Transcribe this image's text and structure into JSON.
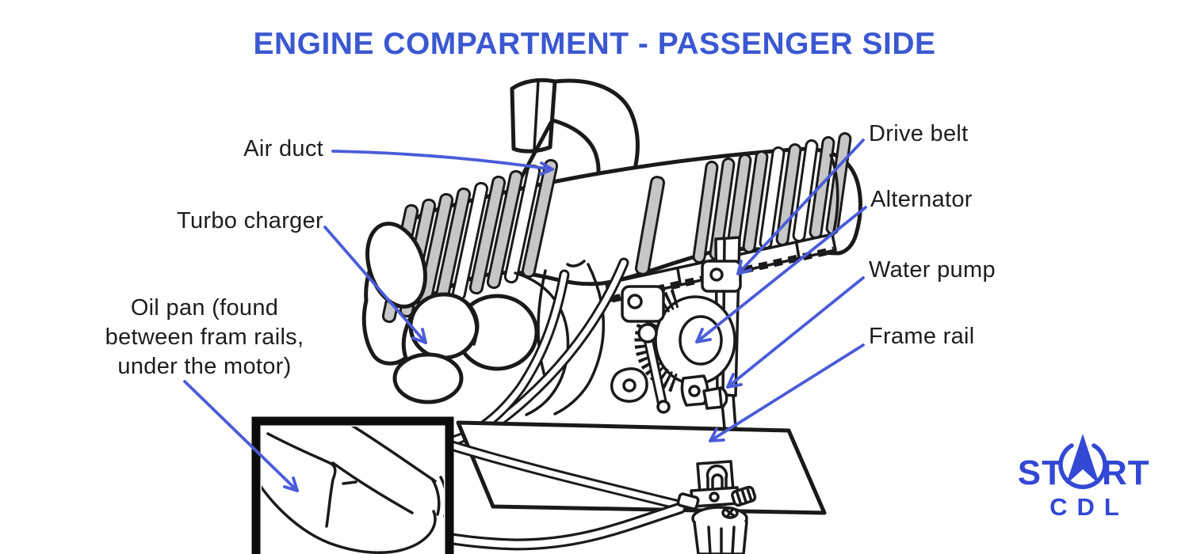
{
  "title": "ENGINE COMPARTMENT - PASSENGER SIDE",
  "callouts": {
    "air_duct": "Air duct",
    "turbo_charger": "Turbo charger",
    "oil_pan": {
      "line1": "Oil pan (found",
      "line2": "between fram rails,",
      "line3": "under the motor)"
    },
    "drive_belt": "Drive belt",
    "alternator": "Alternator",
    "water_pump": "Water pump",
    "frame_rail": "Frame rail"
  },
  "logo": {
    "word_start_left": "ST",
    "word_start_right": "RT",
    "word_bottom": "CDL"
  },
  "colors": {
    "title_blue": "#3b58d1",
    "arrow_blue": "#4a5cd8",
    "logo_blue": "#3348d4",
    "ink": "#1a1a1a",
    "rib_gray": "#c6c6c6"
  }
}
